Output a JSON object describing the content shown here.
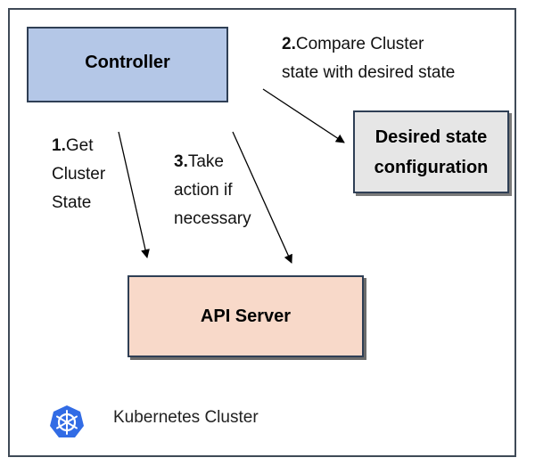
{
  "nodes": {
    "controller": "Controller",
    "desired_line1": "Desired state",
    "desired_line2": "configuration",
    "api_server": "API Server"
  },
  "steps": {
    "step1_num": "1.",
    "step1_text_a": "Get",
    "step1_text_b": "Cluster",
    "step1_text_c": "State",
    "step2_num": "2.",
    "step2_text_a": "Compare Cluster",
    "step2_text_b": "state with desired state",
    "step3_num": "3.",
    "step3_text_a": "Take",
    "step3_text_b": "action if",
    "step3_text_c": "necessary"
  },
  "footer": {
    "cluster_label": "Kubernetes Cluster",
    "logo_icon": "kubernetes-helm-icon"
  },
  "colors": {
    "controller_fill": "#b4c7e7",
    "desired_fill": "#e6e6e6",
    "api_fill": "#f8d9c9",
    "k8s_blue": "#326ce5"
  }
}
